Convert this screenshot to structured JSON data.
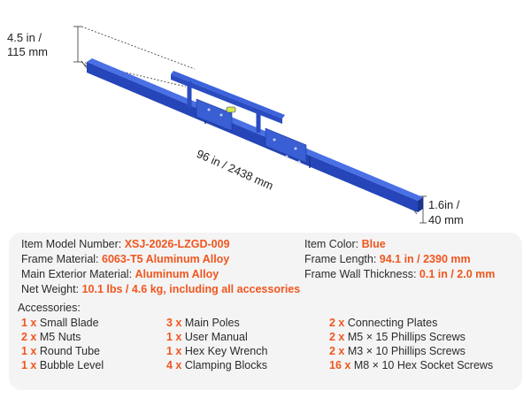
{
  "dimensions": {
    "height_label_1": "4.5 in /",
    "height_label_2": "115 mm",
    "length_label": "96 in / 2438  mm",
    "profile_label_1": "1.6in /",
    "profile_label_2": "40 mm"
  },
  "colors": {
    "pole_top": "#3f66e0",
    "pole_side": "#2545b8",
    "accent": "#f0561f",
    "panel_bg": "#f4f4f4"
  },
  "specs": {
    "model_label": "Item Model Number:",
    "model_value": "XSJ-2026-LZGD-009",
    "color_label": "Item Color:",
    "color_value": "Blue",
    "frame_material_label": "Frame Material:",
    "frame_material_value": "6063-T5 Aluminum Alloy",
    "frame_length_label": "Frame Length:",
    "frame_length_value": "94.1 in / 2390 mm",
    "exterior_label": "Main Exterior Material:",
    "exterior_value": "Aluminum Alloy",
    "wall_label": "Frame Wall Thickness:",
    "wall_value": "0.1 in / 2.0 mm",
    "weight_label": "Net Weight:",
    "weight_value": "10.1 lbs / 4.6 kg, including all accessories"
  },
  "accessories": {
    "title": "Accessories:",
    "col1": [
      {
        "qty": "1 x",
        "name": "Small Blade"
      },
      {
        "qty": "2 x",
        "name": "M5 Nuts"
      },
      {
        "qty": "1 x",
        "name": "Round Tube"
      },
      {
        "qty": "1 x",
        "name": "Bubble Level"
      }
    ],
    "col2": [
      {
        "qty": "3 x",
        "name": "Main Poles"
      },
      {
        "qty": "1 x",
        "name": "User Manual"
      },
      {
        "qty": "1 x",
        "name": "Hex Key Wrench"
      },
      {
        "qty": "4 x",
        "name": "Clamping Blocks"
      }
    ],
    "col3": [
      {
        "qty": "2 x",
        "name": "Connecting Plates"
      },
      {
        "qty": "2 x",
        "name": "M5 × 15 Phillips Screws"
      },
      {
        "qty": "2 x",
        "name": "M3 × 10 Phillips Screws"
      },
      {
        "qty": "16 x",
        "name": "M8 × 10 Hex Socket Screws"
      }
    ]
  }
}
